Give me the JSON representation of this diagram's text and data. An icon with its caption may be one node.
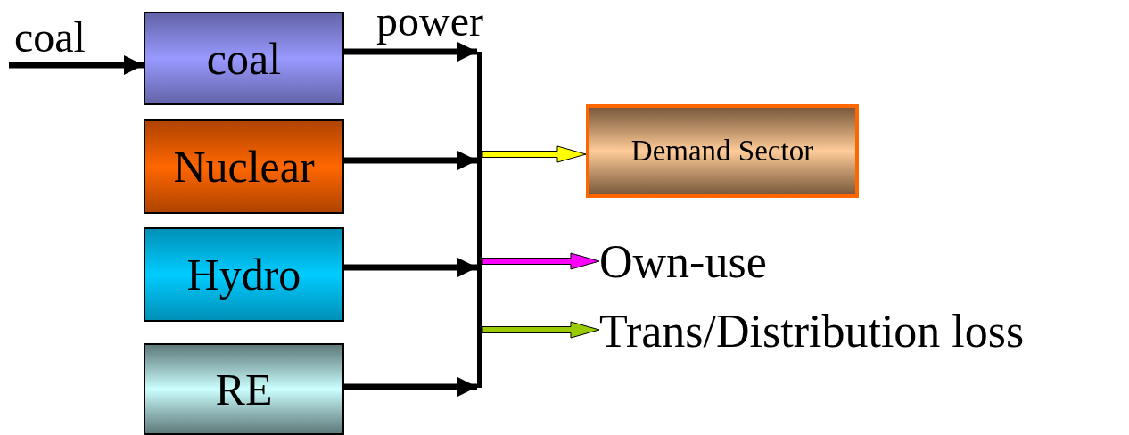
{
  "diagram": {
    "nodes": [
      {
        "text": [
          "coal"
        ]
      },
      {
        "text": [
          "Nuclear"
        ]
      },
      {
        "text": [
          "Hydro"
        ]
      },
      {
        "text": [
          "RE"
        ]
      },
      {
        "text": [],
        "shape": "bar"
      },
      {
        "text": [
          "Demand Sector"
        ]
      },
      {
        "text": [
          "Own-use"
        ]
      },
      {
        "text": [
          "Trans/Distribution loss"
        ]
      }
    ],
    "edges": [
      {
        "from": null,
        "to": 0,
        "arrow": "to",
        "label": "coal"
      },
      {
        "from": 0,
        "to": 4,
        "arrow": "to",
        "label": "power"
      },
      {
        "from": 1,
        "to": 4,
        "arrow": "to"
      },
      {
        "from": 2,
        "to": 4,
        "arrow": "to"
      },
      {
        "from": 3,
        "to": 4,
        "arrow": "to"
      },
      {
        "from": 4,
        "to": 5,
        "arrow": "to",
        "color": "#ffff00"
      },
      {
        "from": 4,
        "to": 6,
        "arrow": "to",
        "color": "#ff00ff"
      },
      {
        "from": 4,
        "to": 7,
        "arrow": "to",
        "color": "#99cc00"
      }
    ]
  }
}
